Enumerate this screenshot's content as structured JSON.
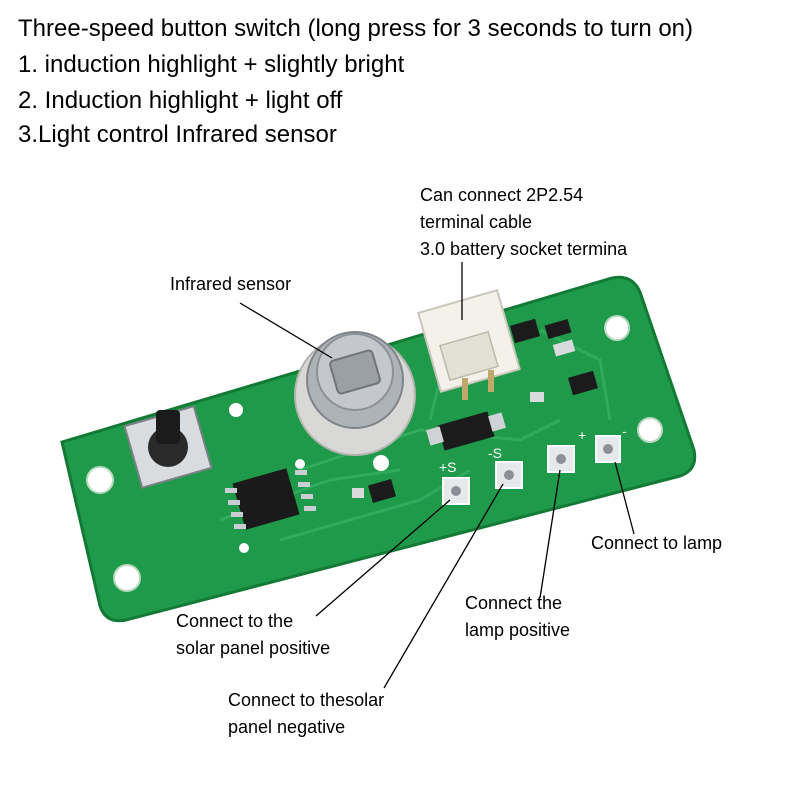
{
  "heading": {
    "title": "Three-speed button switch (long press for 3 seconds to turn on)",
    "mode_1": "1. induction highlight + slightly bright",
    "mode_2": "2. Induction highlight + light off",
    "mode_3": "3.Light control Infrared sensor"
  },
  "callouts": {
    "connector": [
      "Can connect 2P2.54",
      "terminal cable",
      "3.0 battery socket termina"
    ],
    "infrared_sensor": "Infrared sensor",
    "lamp": "Connect to lamp",
    "lamp_positive": [
      "Connect the",
      "lamp positive"
    ],
    "solar_positive": [
      "Connect to the",
      "solar panel positive"
    ],
    "solar_negative": [
      "Connect to thesolar",
      "panel negative"
    ]
  },
  "board_labels": {
    "plus_s": "+S",
    "minus_s": "-S",
    "plus": "+",
    "minus": "-"
  },
  "colors": {
    "pcb": "#1e9a4a",
    "pcb_edge": "#137a36",
    "silkscreen": "#ffffff",
    "leader": "#000000"
  }
}
